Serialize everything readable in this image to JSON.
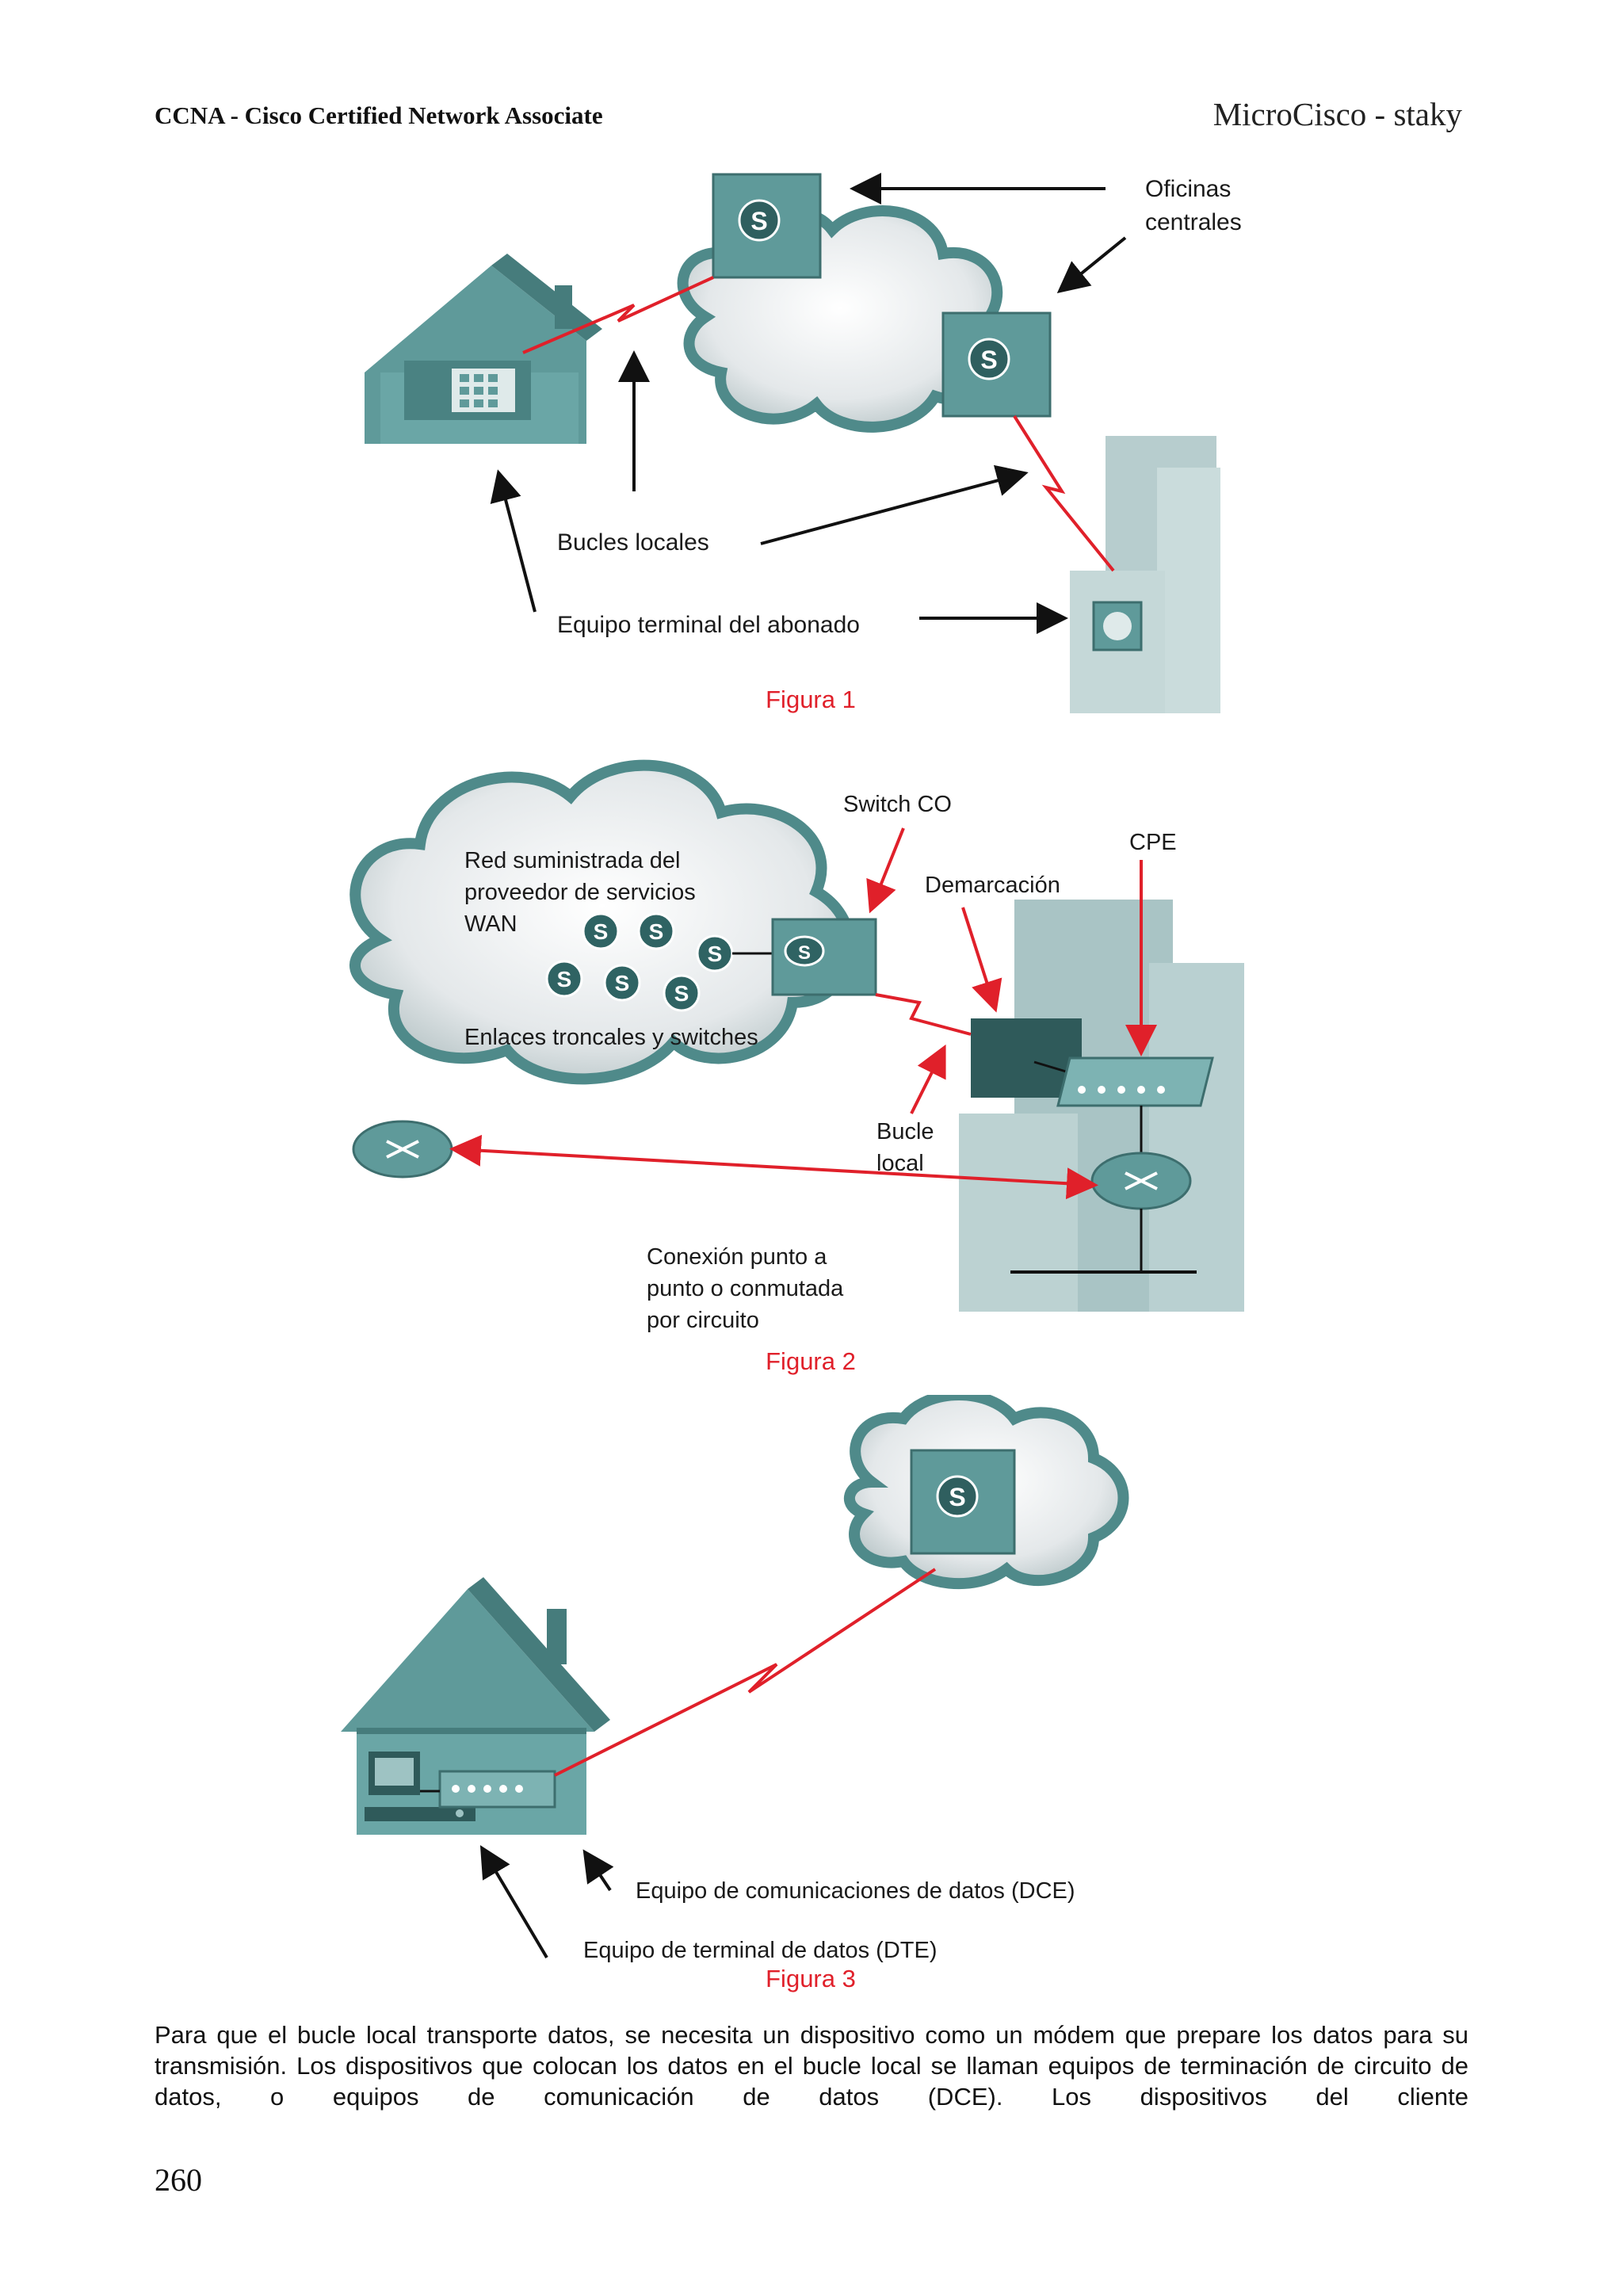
{
  "header": {
    "left": "CCNA - Cisco Certified Network Associate",
    "right": "MicroCisco - staky"
  },
  "figure1": {
    "caption": "Figura 1",
    "labels": {
      "oficinas_1": "Oficinas",
      "oficinas_2": "centrales",
      "bucles_locales": "Bucles locales",
      "equipo_terminal": "Equipo terminal del abonado"
    }
  },
  "figure2": {
    "caption": "Figura 2",
    "labels": {
      "red_1": "Red suministrada del",
      "red_2": "proveedor de servicios",
      "red_3": "WAN",
      "enlaces": "Enlaces troncales y switches",
      "switch_co": "Switch CO",
      "cpe": "CPE",
      "demarcacion": "Demarcación",
      "bucle_1": "Bucle",
      "bucle_2": "local",
      "conexion_1": "Conexión punto a",
      "conexion_2": "punto o conmutada",
      "conexion_3": "por circuito"
    }
  },
  "figure3": {
    "caption": "Figura 3",
    "labels": {
      "dce": "Equipo de comunicaciones de datos (DCE)",
      "dte": "Equipo de terminal de datos (DTE)"
    }
  },
  "paragraph": "Para que el bucle local transporte datos, se necesita un dispositivo como un módem que prepare los datos para su transmisión. Los dispositivos que colocan los datos en el bucle local se llaman equipos de terminación de circuito de datos, o equipos de comunicación de datos (DCE). Los dispositivos del cliente",
  "page_number": "260",
  "colors": {
    "device_teal": "#5f9a9a",
    "link_red": "#e0202a",
    "caption_red": "#e0202a"
  }
}
